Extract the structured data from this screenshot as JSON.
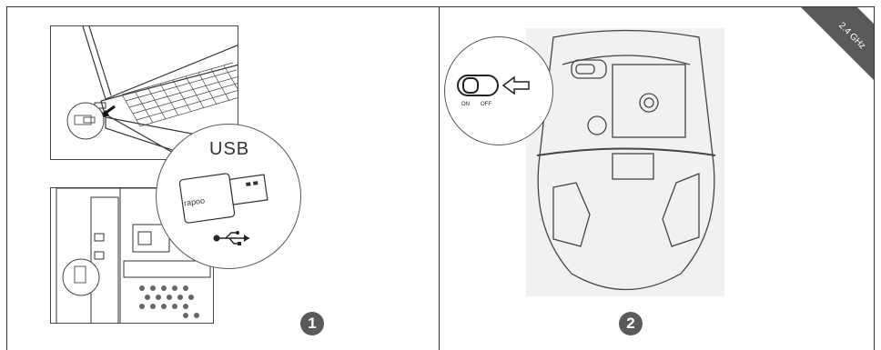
{
  "usb_callout": {
    "label": "USB",
    "brand_text": "rapoo"
  },
  "switch": {
    "on_label": "ON",
    "off_label": "OFF"
  },
  "steps": {
    "step1": "1",
    "step2": "2"
  },
  "badge": {
    "frequency": "2.4 GHz"
  }
}
